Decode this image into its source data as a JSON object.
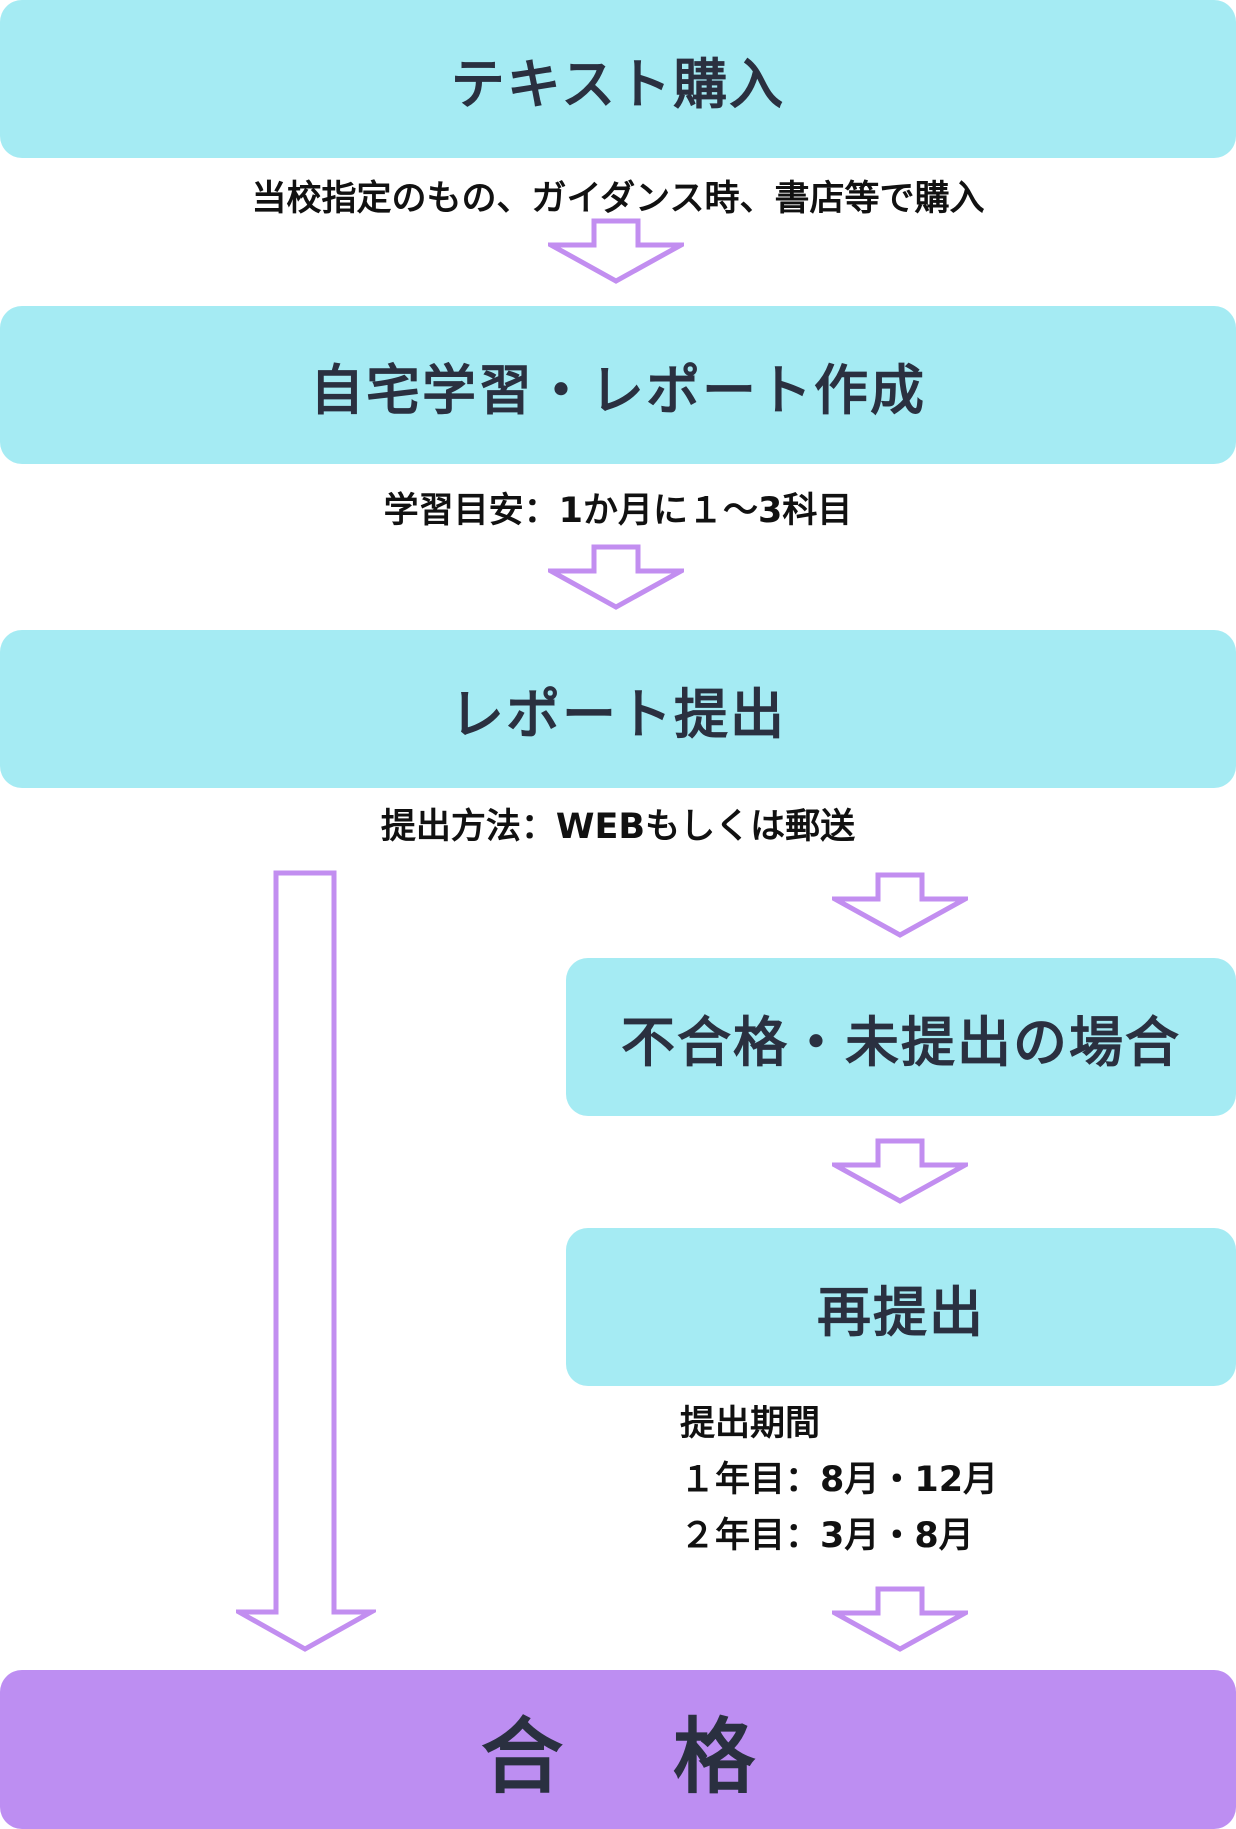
{
  "flow": {
    "step1": {
      "title": "テキスト購入",
      "note": "当校指定のもの、ガイダンス時、書店等で購入"
    },
    "step2": {
      "title": "自宅学習・レポート作成",
      "note": "学習目安：1か月に１～3科目"
    },
    "step3": {
      "title": "レポート提出",
      "note": "提出方法：WEBもしくは郵送"
    },
    "fail": {
      "title": "不合格・未提出の場合"
    },
    "resubmit": {
      "title": "再提出",
      "period_title": "提出期間",
      "period_year1": "１年目：8月・12月",
      "period_year2": "２年目：3月・8月"
    },
    "pass": {
      "char1": "合",
      "char2": "格"
    }
  },
  "colors": {
    "box": "#a5ebf3",
    "final_box": "#bd8ef2",
    "arrow_stroke": "#c28ef0",
    "title_text": "#2a3040"
  },
  "icons": [
    "down-arrow-icon",
    "long-down-arrow-icon"
  ]
}
